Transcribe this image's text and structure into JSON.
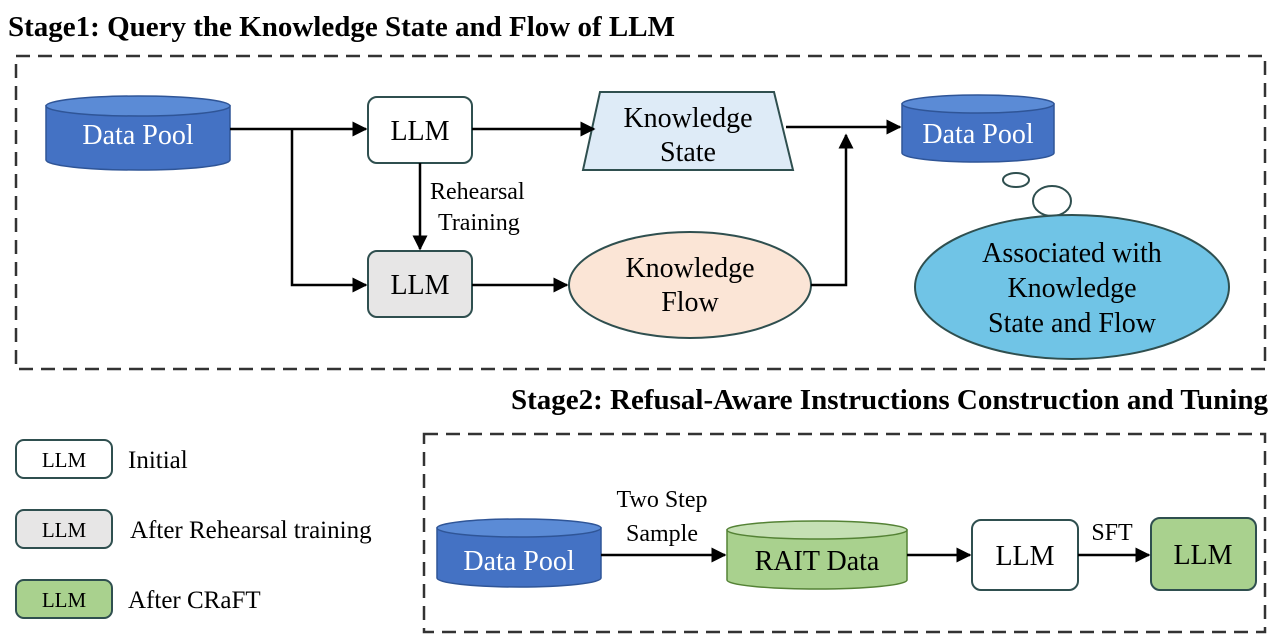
{
  "stage1": {
    "title": "Stage1: Query the Knowledge State and Flow of LLM",
    "data_pool_left": "Data Pool",
    "data_pool_right": "Data Pool",
    "llm_initial": "LLM",
    "llm_rehearsal": "LLM",
    "rehearsal_label_line1": "Rehearsal",
    "rehearsal_label_line2": "Training",
    "knowledge_state_line1": "Knowledge",
    "knowledge_state_line2": "State",
    "knowledge_flow_line1": "Knowledge",
    "knowledge_flow_line2": "Flow",
    "thought_line1": "Associated  with",
    "thought_line2": "Knowledge",
    "thought_line3": "State and Flow"
  },
  "stage2": {
    "title": "Stage2: Refusal-Aware Instructions Construction and Tuning",
    "data_pool": "Data Pool",
    "sample_label_line1": "Two Step",
    "sample_label_line2": "Sample",
    "rait_data": "RAIT Data",
    "llm_initial": "LLM",
    "sft_label": "SFT",
    "llm_craft": "LLM"
  },
  "legend": {
    "items": [
      {
        "box": "LLM",
        "text": "Initial",
        "color": "#ffffff"
      },
      {
        "box": "LLM",
        "text": "After Rehearsal training",
        "color": "#e7e6e6"
      },
      {
        "box": "LLM",
        "text": "After CRaFT",
        "color": "#a9d18e"
      }
    ]
  },
  "colors": {
    "data_pool": "#4472c4",
    "knowledge_state": "#deebf7",
    "knowledge_flow": "#fbe5d6",
    "thought_bubble": "#70c4e6",
    "rait_data": "#a9d18e",
    "llm_rehearsal": "#e7e6e6",
    "llm_craft": "#a9d18e"
  }
}
